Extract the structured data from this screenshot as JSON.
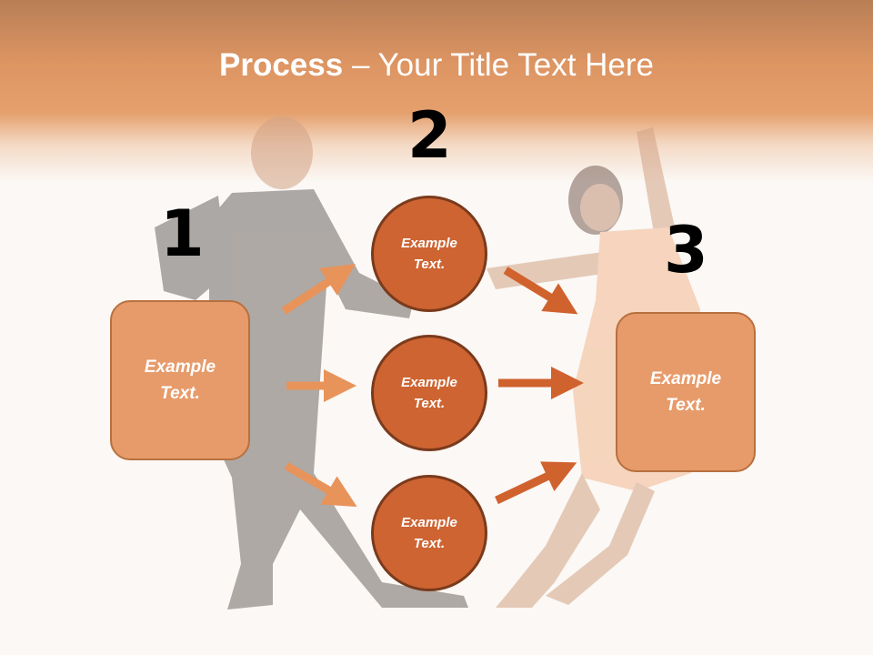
{
  "slide": {
    "title_bold": "Process",
    "title_rest": " – Your Title Text Here",
    "numbers": [
      "1",
      "2",
      "3"
    ],
    "left_box": {
      "line1": "Example",
      "line2": "Text."
    },
    "right_box": {
      "line1": "Example",
      "line2": "Text."
    },
    "circles": [
      {
        "line1": "Example",
        "line2": "Text."
      },
      {
        "line1": "Example",
        "line2": "Text."
      },
      {
        "line1": "Example",
        "line2": "Text."
      }
    ]
  },
  "colors": {
    "header": "#d67c3e",
    "box_fill": "#e79b6a",
    "circle_fill": "#cd6432",
    "arrow_light": "#e8935a",
    "arrow_dark": "#d0622e"
  }
}
